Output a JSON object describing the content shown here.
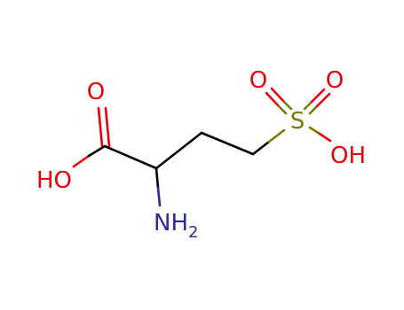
{
  "molecule": {
    "atoms": {
      "carbonyl_oxygen": "O",
      "hydroxyl_carboxyl": "HO",
      "amine_N": "N",
      "amine_H": "H",
      "amine_subscript": "2",
      "sulfur": "S",
      "sulfonyl_oxygen_left": "O",
      "sulfonyl_oxygen_right": "O",
      "hydroxyl_sulfonic": "OH"
    },
    "colors": {
      "bond": "#000000",
      "oxygen": "#e8000d",
      "nitrogen": "#2d2b8f",
      "sulfur": "#7a7a00"
    }
  }
}
